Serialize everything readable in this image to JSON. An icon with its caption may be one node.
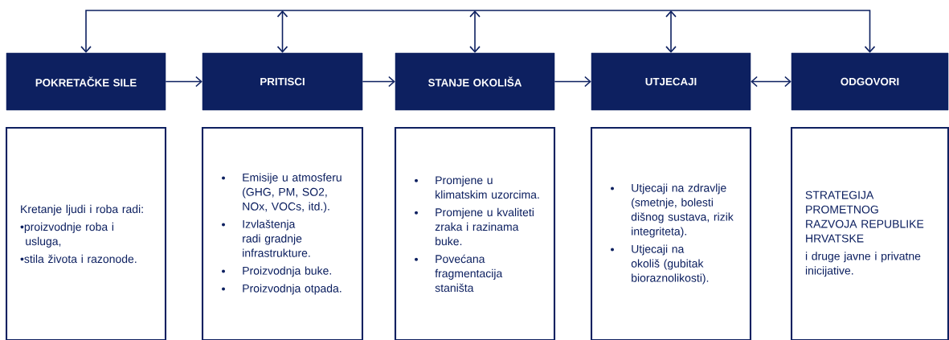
{
  "diagram": {
    "nodes": [
      {
        "text": [
          "POKRETAČKE SILE"
        ]
      },
      {
        "text": [
          "PRITISCI"
        ]
      },
      {
        "text": [
          "STANJE OKOLIŠA"
        ]
      },
      {
        "text": [
          "UTJECAJI"
        ]
      },
      {
        "text": [
          "ODGOVORI"
        ]
      },
      {
        "text": [
          "Kretanje ljudi i roba radi:",
          "•proizvodnje roba i usluga,",
          "•stila života i razonode."
        ]
      },
      {
        "text": [
          "Emisije u atmosferu (GHG, PM, SO2, NOx, VOCs, itd.).",
          "Izvlaštenja radi gradnje infrastrukture.",
          "Proizvodnja buke.",
          "Proizvodnja otpada."
        ]
      },
      {
        "text": [
          "Promjene u klimatskim uzorcima.",
          "Promjene u kvaliteti zraka i razinama buke.",
          "Povećana fragmentacija staništa"
        ]
      },
      {
        "text": [
          "Utjecaji na zdravlje (smetnje, bolesti dišnog sustava, rizik integriteta).",
          "Utjecaji na okoliš (gubitak bioraznolikosti)."
        ]
      },
      {
        "text": [
          "STRATEGIJA PROMETNOG RAZVOJA REPUBLIKE HRVATSKE",
          "i druge javne i privatne inicijative."
        ]
      }
    ],
    "edges": [
      {
        "from": 0,
        "to": 1,
        "arrow": "to"
      },
      {
        "from": 1,
        "to": 2,
        "arrow": "to"
      },
      {
        "from": 2,
        "to": 3,
        "arrow": "to"
      },
      {
        "from": 3,
        "to": 4,
        "arrow": "both"
      },
      {
        "from": 4,
        "to": 0,
        "arrow": "both"
      },
      {
        "from": null,
        "to": 1,
        "arrow": "both"
      },
      {
        "from": null,
        "to": 2,
        "arrow": "both"
      },
      {
        "from": null,
        "to": 3,
        "arrow": "both"
      }
    ]
  }
}
